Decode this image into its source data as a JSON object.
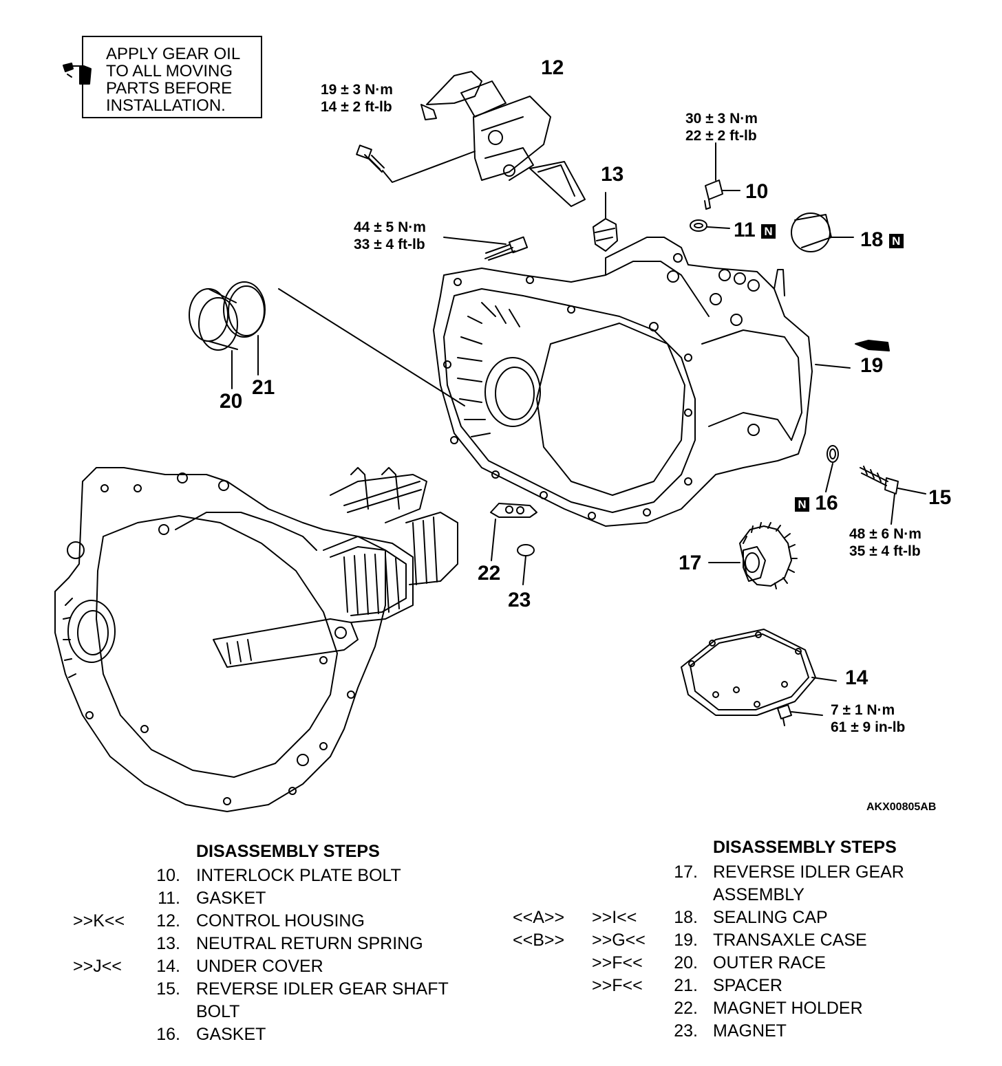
{
  "note": {
    "lines": [
      "APPLY GEAR OIL",
      "TO ALL MOVING",
      "PARTS BEFORE",
      "INSTALLATION."
    ]
  },
  "callouts": {
    "c10": "10",
    "c11": "11",
    "c12": "12",
    "c13": "13",
    "c14": "14",
    "c15": "15",
    "c16": "16",
    "c17": "17",
    "c18": "18",
    "c19": "19",
    "c20": "20",
    "c21": "21",
    "c22": "22",
    "c23": "23",
    "new_part_badge": "N"
  },
  "torques": {
    "control_housing": [
      "19 ± 3 N·m",
      "14 ± 2 ft-lb"
    ],
    "interlock_bolt": [
      "30 ± 3 N·m",
      "22 ± 2 ft-lb"
    ],
    "case_bolt": [
      "44 ± 5 N·m",
      "33 ± 4 ft-lb"
    ],
    "idler_shaft_bolt": [
      "48 ± 6 N·m",
      "35 ± 4 ft-lb"
    ],
    "under_cover_bolt": [
      "7 ± 1 N·m",
      "61 ± 9 in-lb"
    ]
  },
  "diagram_code": "AKX00805AB",
  "steps": {
    "left_title": "DISASSEMBLY STEPS",
    "right_title": "DISASSEMBLY STEPS",
    "left": [
      {
        "num": "10.",
        "name": "INTERLOCK PLATE BOLT",
        "code": ""
      },
      {
        "num": "11.",
        "name": "GASKET",
        "code": ""
      },
      {
        "num": "12.",
        "name": "CONTROL HOUSING",
        "code": ">>K<<"
      },
      {
        "num": "13.",
        "name": "NEUTRAL RETURN SPRING",
        "code": ""
      },
      {
        "num": "14.",
        "name": "UNDER COVER",
        "code": ">>J<<"
      },
      {
        "num": "15.",
        "name": "REVERSE IDLER GEAR SHAFT",
        "code": ""
      },
      {
        "num": "",
        "name": "BOLT",
        "code": ""
      },
      {
        "num": "16.",
        "name": "GASKET",
        "code": ""
      }
    ],
    "right": [
      {
        "num": "17.",
        "name": "REVERSE IDLER GEAR",
        "code_a": "",
        "code_b": ""
      },
      {
        "num": "",
        "name": "ASSEMBLY",
        "code_a": "",
        "code_b": ""
      },
      {
        "num": "18.",
        "name": "SEALING CAP",
        "code_a": "<<A>>",
        "code_b": ">>I<<"
      },
      {
        "num": "19.",
        "name": "TRANSAXLE CASE",
        "code_a": "<<B>>",
        "code_b": ">>G<<"
      },
      {
        "num": "20.",
        "name": "OUTER RACE",
        "code_a": "",
        "code_b": ">>F<<"
      },
      {
        "num": "21.",
        "name": "SPACER",
        "code_a": "",
        "code_b": ">>F<<"
      },
      {
        "num": "22.",
        "name": "MAGNET HOLDER",
        "code_a": "",
        "code_b": ""
      },
      {
        "num": "23.",
        "name": "MAGNET",
        "code_a": "",
        "code_b": ""
      }
    ]
  }
}
